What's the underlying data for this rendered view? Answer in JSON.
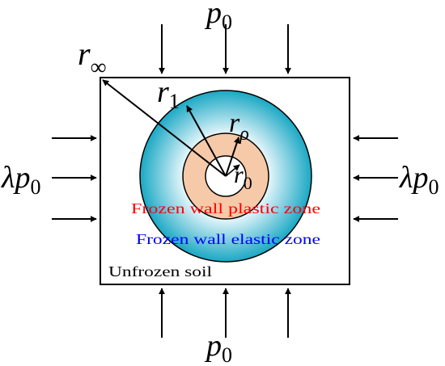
{
  "labels": {
    "p_top": "p",
    "p_top_sub": "0",
    "p_bottom": "p",
    "p_bottom_sub": "0",
    "lambda_left": "λp",
    "lambda_left_sub": "0",
    "lambda_right": "λp",
    "lambda_right_sub": "0",
    "r_inf": "r",
    "r_inf_sub": "∞",
    "r1": "r",
    "r1_sub": "1",
    "r_rho": "r",
    "r_rho_sub": "ρ",
    "r0": "r",
    "r0_sub": "0"
  },
  "zones": {
    "plastic": "Frozen wall plastic zone",
    "elastic": "Frozen wall elastic zone",
    "unfrozen": "Unfrozen soil"
  },
  "colors": {
    "plastic_label": "#ff0000",
    "elastic_label": "#0000ff",
    "plastic_fill": "#f6c9a8",
    "elastic_inner": "#e6f6fb",
    "elastic_outer": "#1aa8c4"
  }
}
